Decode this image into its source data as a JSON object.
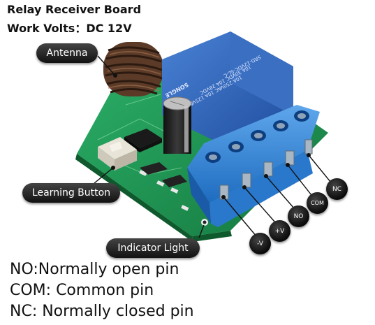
{
  "header": {
    "title": "Relay Receiver Board",
    "work_volts": "Work Volts：DC 12V"
  },
  "callouts": {
    "antenna": "Antenna",
    "learning_button": "Learning Button",
    "indicator_light": "Indicator Light"
  },
  "pins": {
    "nc": "NC",
    "com": "COM",
    "no": "NO",
    "plus_v": "+V",
    "minus_v": "-V"
  },
  "legend": [
    "NO:Normally open pin",
    "COM: Common pin",
    "NC: Normally closed pin"
  ],
  "relay": {
    "print_lines": [
      "10A 250VAC 10A 125VAC",
      "10A 30VDC 10A 28VDC",
      "SRD-12VDC-SL-C"
    ],
    "brand": "SONGLE"
  },
  "colors": {
    "pcb": "#1f9a55",
    "relay": "#2f5fb0",
    "terminal": "#2d7fd0",
    "callout": "#111111"
  }
}
